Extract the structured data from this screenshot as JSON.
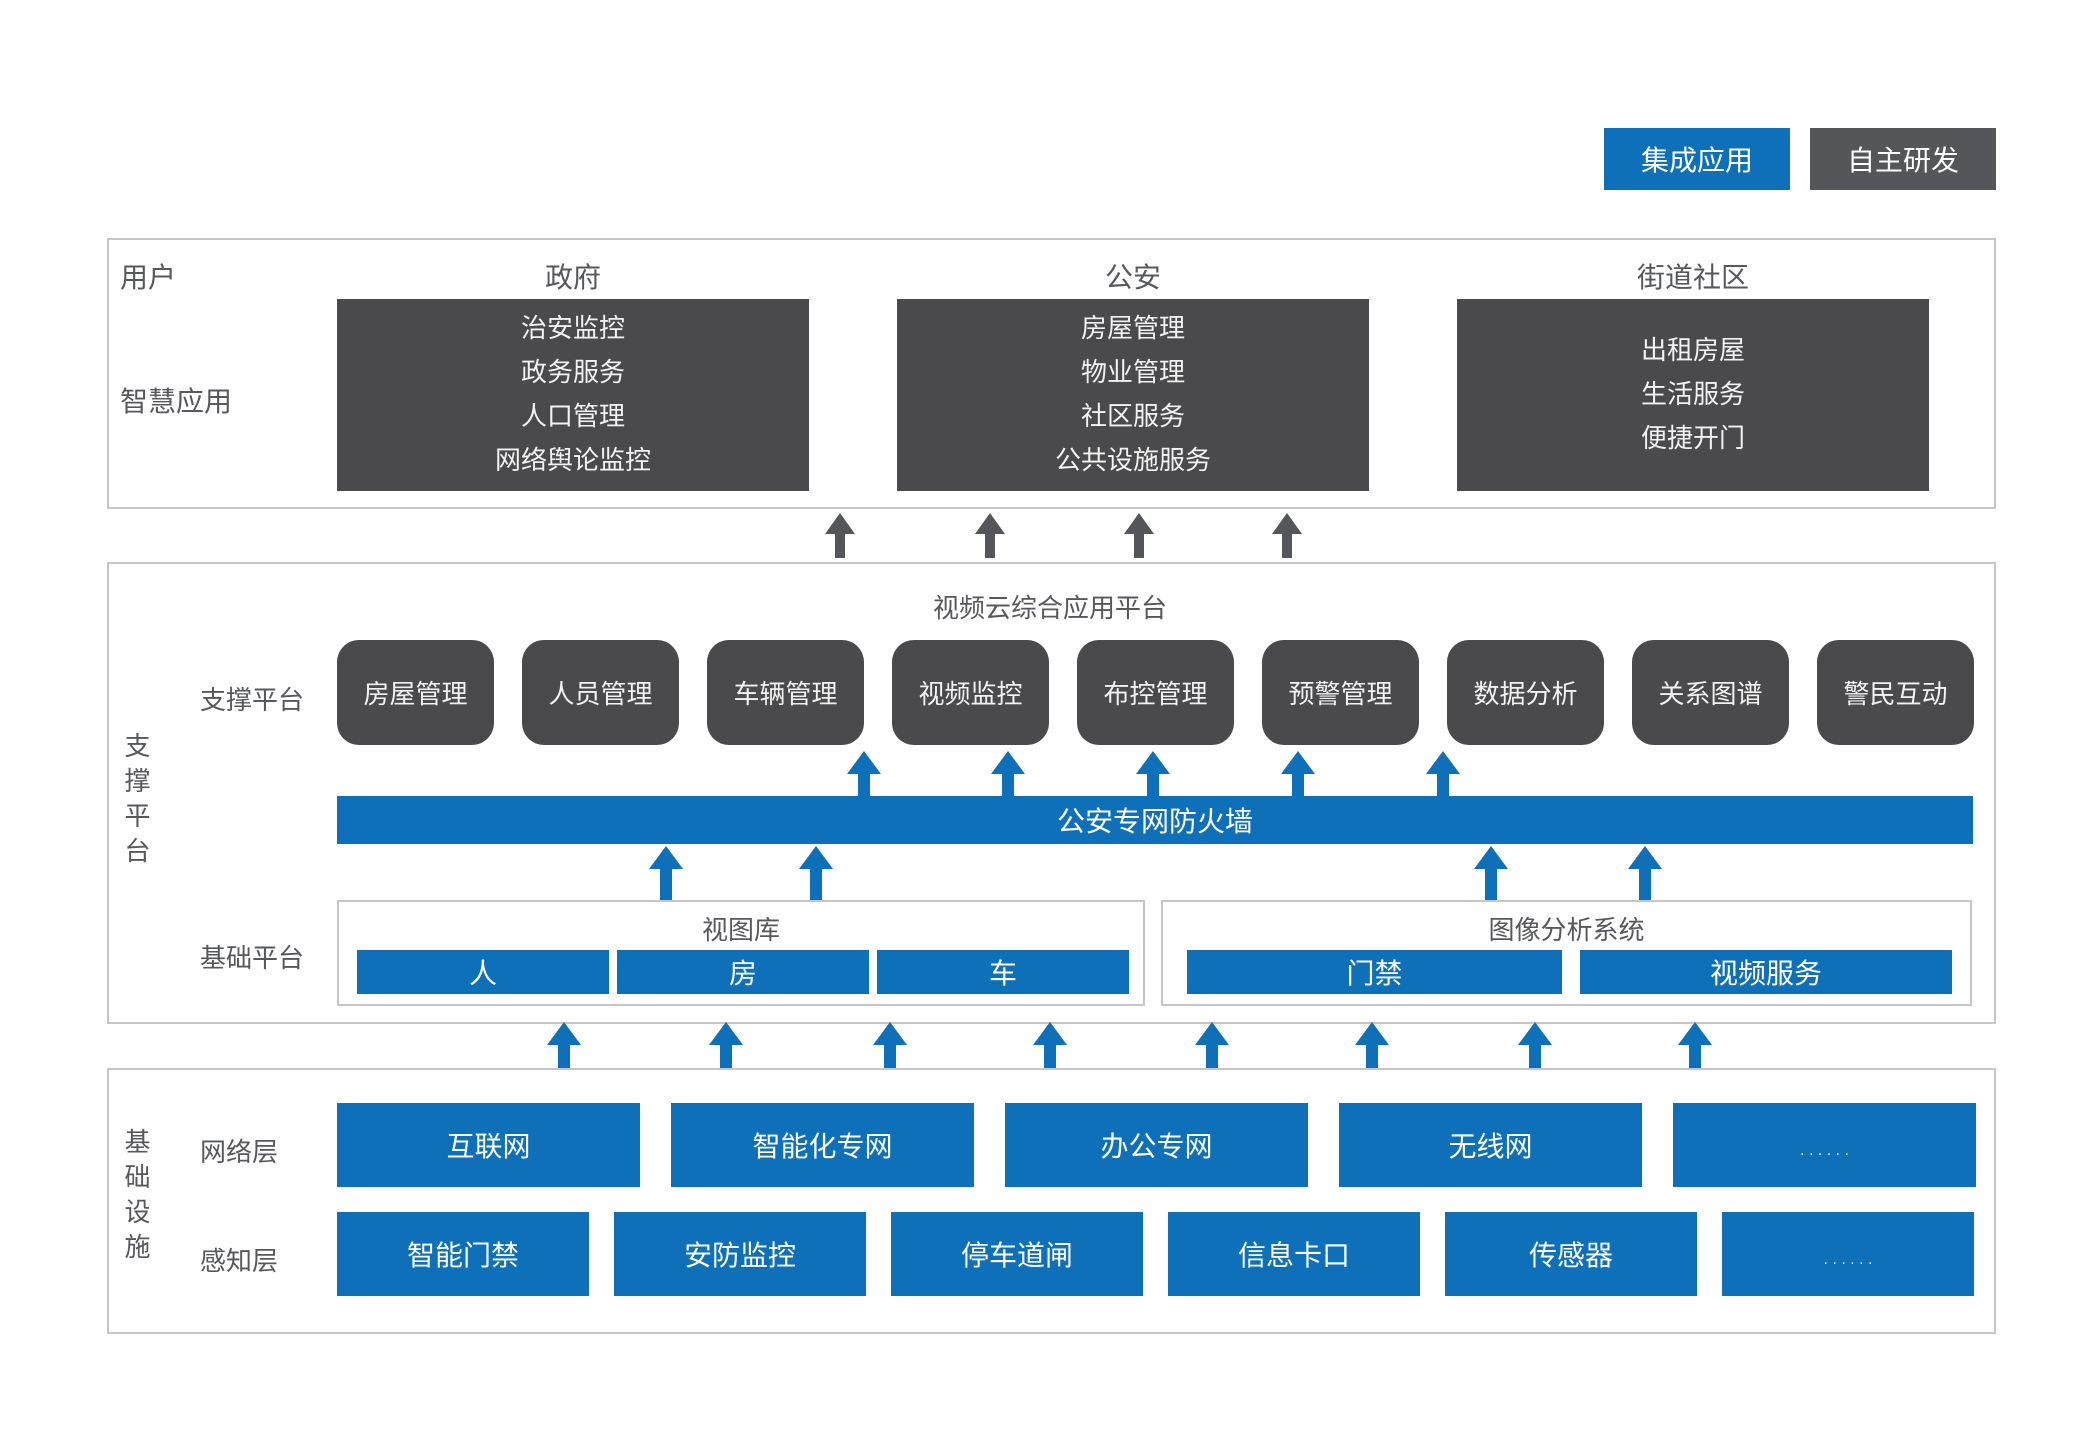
{
  "legend": {
    "integrated": "集成应用",
    "self_developed": "自主研发"
  },
  "colors": {
    "accent_blue": "#0e70b9",
    "box_dark": "#4a4a4c",
    "legend_dark": "#545659",
    "panel_border": "#c6c6c8",
    "label_text": "#57585b"
  },
  "top_section": {
    "row_label_users": "用户",
    "row_label_apps": "智慧应用",
    "columns": [
      {
        "header": "政府",
        "items": [
          "治安监控",
          "政务服务",
          "人口管理",
          "网络舆论监控"
        ]
      },
      {
        "header": "公安",
        "items": [
          "房屋管理",
          "物业管理",
          "社区服务",
          "公共设施服务"
        ]
      },
      {
        "header": "街道社区",
        "items": [
          "出租房屋",
          "生活服务",
          "便捷开门"
        ]
      }
    ]
  },
  "middle_section": {
    "side_label": "支撑平台",
    "title": "视频云综合应用平台",
    "support_row_label": "支撑平台",
    "support_apps": [
      "房屋管理",
      "人员管理",
      "车辆管理",
      "视频监控",
      "布控管理",
      "预警管理",
      "数据分析",
      "关系图谱",
      "警民互动"
    ],
    "firewall_label": "公安专网防火墙",
    "base_row_label": "基础平台",
    "base_platforms": [
      {
        "title": "视图库",
        "items": [
          "人",
          "房",
          "车"
        ]
      },
      {
        "title": "图像分析系统",
        "items": [
          "门禁",
          "视频服务"
        ]
      }
    ]
  },
  "bottom_section": {
    "side_label": "基础设施",
    "rows": [
      {
        "label": "网络层",
        "items": [
          "互联网",
          "智能化专网",
          "办公专网",
          "无线网",
          "......"
        ]
      },
      {
        "label": "感知层",
        "items": [
          "智能门禁",
          "安防监控",
          "停车道闸",
          "信息卡口",
          "传感器",
          "......"
        ]
      }
    ]
  }
}
